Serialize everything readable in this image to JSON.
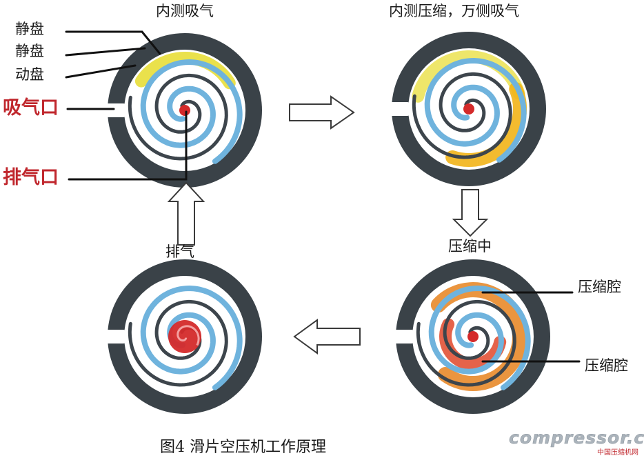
{
  "stages": {
    "s1": "内测吸气",
    "s2": "内测压缩，万侧吸气",
    "s3": "压缩中",
    "s4": "排气"
  },
  "left_labels": {
    "fixed_scroll_1": "静盘",
    "fixed_scroll_2": "静盘",
    "orbiting_scroll": "动盘",
    "intake_port": "吸气口",
    "exhaust_port": "排气口"
  },
  "right_labels": {
    "chamber_1": "压缩腔",
    "chamber_2": "压缩腔"
  },
  "caption": "图4 滑片空压机工作原理",
  "watermark": {
    "main": "compressor.cn",
    "sub": "中国压缩机网"
  },
  "colors": {
    "housing": "#3a4248",
    "fixed_spiral": "#6fb3dd",
    "orbiting_spiral": "#3d454c",
    "suction_gas": "#e8de38",
    "compressed_gas": "#e88a2a",
    "discharge": "#d42a2a",
    "label_red": "#c0272d"
  }
}
